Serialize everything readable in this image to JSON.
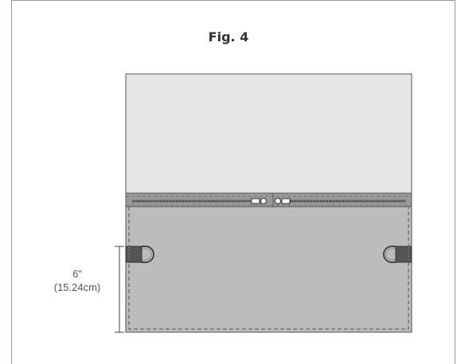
{
  "figure": {
    "title": "Fig. 4",
    "dimension": {
      "inches": "6\"",
      "centimeters": "(15.24cm)"
    }
  },
  "colors": {
    "upper_panel": "#e6e6e6",
    "lower_panel": "#bcbcbc",
    "outline": "#555555",
    "zipper_band": "#8c8c8c",
    "tab": "#555555"
  },
  "icons": [
    "zipper-pull-icon",
    "d-ring-icon"
  ]
}
